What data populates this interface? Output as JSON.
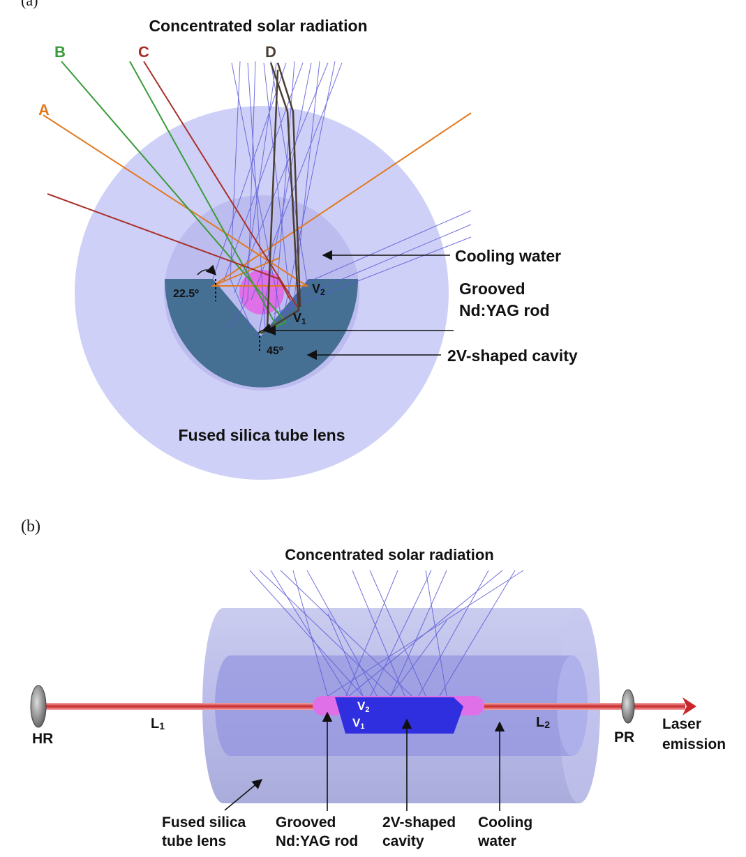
{
  "panel_a": {
    "tag": "(a)",
    "title": "Concentrated solar radiation",
    "ray_labels": [
      "A",
      "B",
      "C",
      "D"
    ],
    "cooling_water": "Cooling water",
    "rod_line1": "Grooved",
    "rod_line2": "Nd:YAG rod",
    "cavity": "2V-shaped cavity",
    "lens": "Fused silica tube lens",
    "angle_small": "22.5º",
    "angle_large": "45º",
    "v2": "V",
    "v2_sub": "2",
    "v1": "V",
    "v1_sub": "1"
  },
  "panel_b": {
    "tag": "(b)",
    "title": "Concentrated solar radiation",
    "hr": "HR",
    "pr": "PR",
    "l1": "L",
    "l1_sub": "1",
    "l2": "L",
    "l2_sub": "2",
    "v2": "V",
    "v2_sub": "2",
    "v1": "V",
    "v1_sub": "1",
    "laser_line1": "Laser",
    "laser_line2": "emission",
    "lens_line1": "Fused silica",
    "lens_line2": "tube lens",
    "rod_line1": "Grooved",
    "rod_line2": "Nd:YAG rod",
    "cavity_line1": "2V-shaped",
    "cavity_line2": "cavity",
    "water_line1": "Cooling",
    "water_line2": "water"
  },
  "colors": {
    "lens": "#cfd0f7",
    "water": "#bcbcee",
    "cavity": "#456f93",
    "rod": "#e070e8",
    "ray_a": "#e07a22",
    "ray_b": "#3a9b3a",
    "ray_c": "#a8302a",
    "ray_d": "#4a3e33",
    "thin_rays": "#5a5ad8",
    "laser": "#c8262a"
  }
}
